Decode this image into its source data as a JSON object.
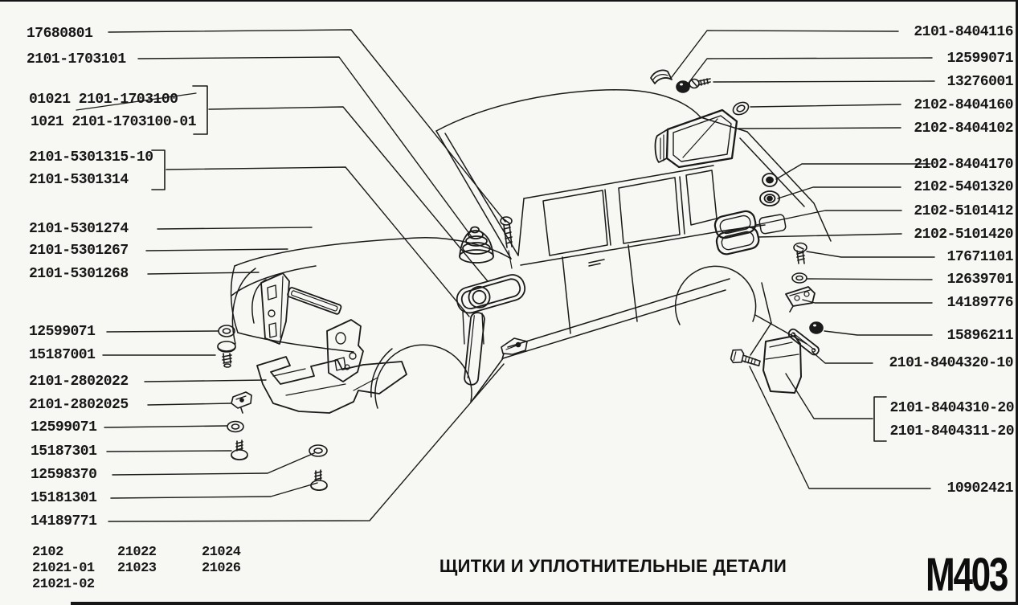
{
  "page": {
    "title": "ЩИТКИ И УПЛОТНИТЕЛЬНЫЕ ДЕТАЛИ",
    "page_code": "M403"
  },
  "left_labels": [
    "17680801",
    "2101-1703101",
    "01021 2101-1703100",
    "1021 2101-1703100-01",
    "2101-5301315-10",
    "2101-5301314",
    "2101-5301274",
    "2101-5301267",
    "2101-5301268",
    "12599071",
    "15187001",
    "2101-2802022",
    "2101-2802025",
    "12599071",
    "15187301",
    "12598370",
    "15181301",
    "14189771"
  ],
  "right_labels": [
    "2101-8404116",
    "12599071",
    "13276001",
    "2102-8404160",
    "2102-8404102",
    "2102-8404170",
    "2102-5401320",
    "2102-5101412",
    "2102-5101420",
    "17671101",
    "12639701",
    "14189776",
    "15896211",
    "2101-8404320-10",
    "2101-8404310-20",
    "2101-8404311-20",
    "10902421"
  ],
  "model_columns": [
    [
      "2102",
      "21021-01",
      "21021-02"
    ],
    [
      "21022",
      "21023"
    ],
    [
      "21024",
      "21026"
    ]
  ]
}
